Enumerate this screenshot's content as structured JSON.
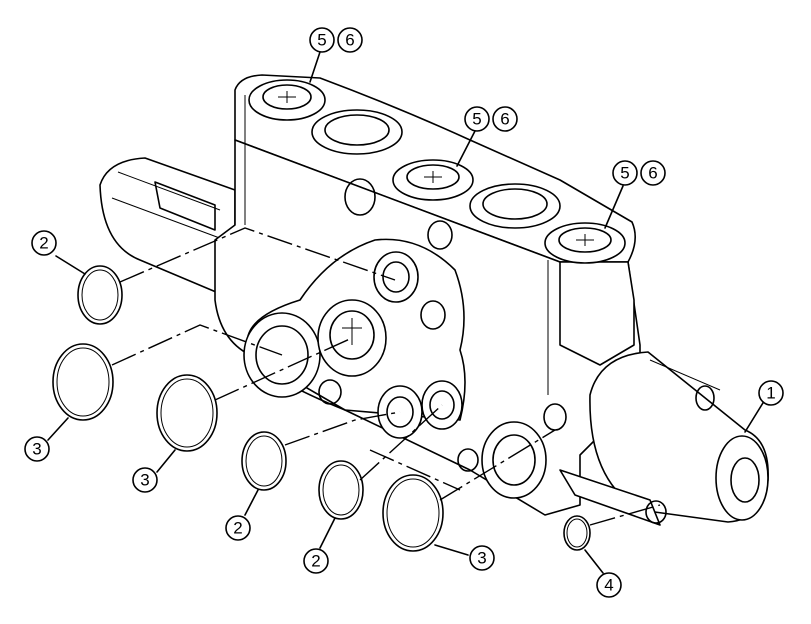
{
  "callouts": {
    "c56_top": [
      "5",
      "6"
    ],
    "c56_mid": [
      "5",
      "6"
    ],
    "c56_right": [
      "5",
      "6"
    ],
    "c1": "1",
    "c2_left": "2",
    "c3_left": "3",
    "c3_mid": "3",
    "c2_bottom_left": "2",
    "c2_bottom_mid": "2",
    "c3_bottom": "3",
    "c4": "4"
  }
}
